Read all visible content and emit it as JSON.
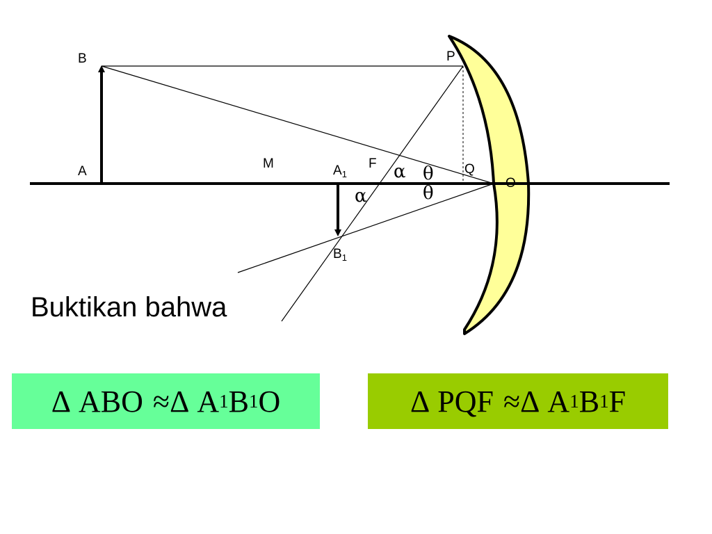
{
  "diagram": {
    "labels": {
      "A": "A",
      "B": "B",
      "M": "M",
      "A1_base": "A",
      "A1_sub": "1",
      "B1_base": "B",
      "B1_sub": "1",
      "F": "F",
      "P": "P",
      "Q": "Q",
      "O": "O"
    },
    "angles": {
      "alpha": "α",
      "theta": "θ"
    },
    "mirror_fill": "#ffff99",
    "line_color": "#000000"
  },
  "text": {
    "prompt": "Buktikan bahwa"
  },
  "relations": [
    {
      "delta": "Δ",
      "left": "ABO",
      "approx": "≈",
      "right_a": "A",
      "sub_1": "1",
      "right_b": "B",
      "sub_2": "1",
      "right_c": "O",
      "bg": "#66ff99"
    },
    {
      "delta": "Δ",
      "left": "PQF",
      "approx": "≈",
      "right_a": "A",
      "sub_1": "1",
      "right_b": "B",
      "sub_2": "1",
      "right_c": "F",
      "bg": "#99cc00"
    }
  ]
}
